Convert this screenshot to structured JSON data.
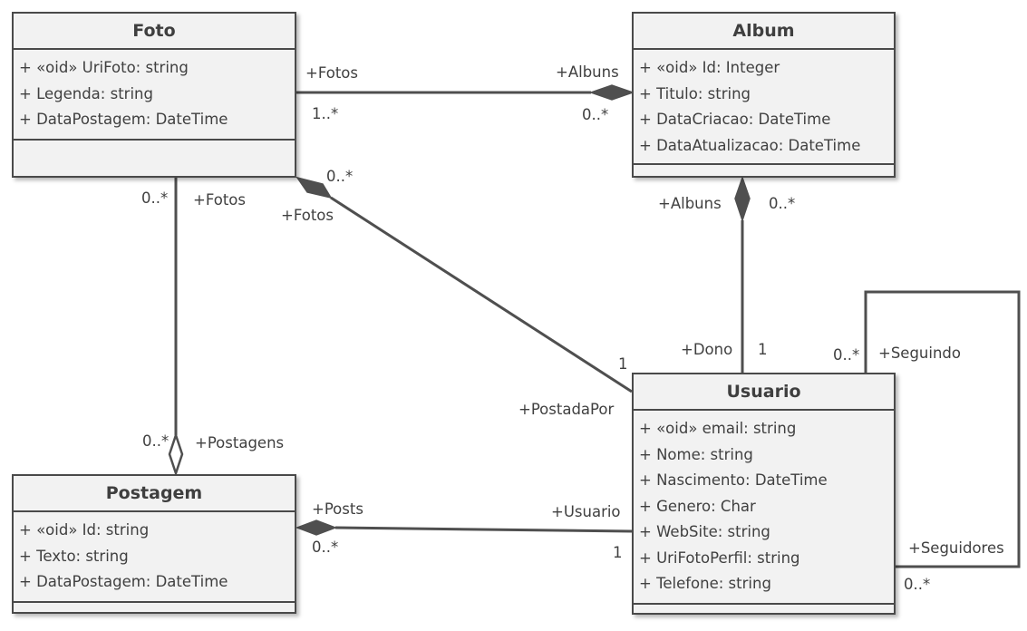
{
  "classes": {
    "foto": {
      "name": "Foto",
      "attributes": [
        "+ «oid» UriFoto: string",
        "+ Legenda: string",
        "+ DataPostagem: DateTime"
      ]
    },
    "album": {
      "name": "Album",
      "attributes": [
        "+ «oid» Id: Integer",
        "+ Titulo: string",
        "+ DataCriacao: DateTime",
        "+ DataAtualizacao: DateTime"
      ]
    },
    "postagem": {
      "name": "Postagem",
      "attributes": [
        "+ «oid» Id: string",
        "+ Texto: string",
        "+ DataPostagem: DateTime"
      ]
    },
    "usuario": {
      "name": "Usuario",
      "attributes": [
        "+ «oid» email: string",
        "+ Nome: string",
        "+ Nascimento: DateTime",
        "+ Genero: Char",
        "+ WebSite: string",
        "+ UriFotoPerfil: string",
        "+ Telefone: string"
      ]
    }
  },
  "associations": {
    "foto_album": {
      "foto_role": "+Fotos",
      "foto_mult": "1..*",
      "album_role": "+Albuns",
      "album_mult": "0..*"
    },
    "foto_usuario": {
      "foto_role": "+Fotos",
      "foto_mult": "0..*",
      "usuario_role": "+PostadaPor",
      "usuario_mult": "1"
    },
    "foto_postagem": {
      "foto_role": "+Fotos",
      "foto_mult": "0..*",
      "postagem_role": "+Postagens",
      "postagem_mult": "0..*"
    },
    "album_usuario": {
      "album_role": "+Albuns",
      "album_mult": "0..*",
      "usuario_role": "+Dono",
      "usuario_mult": "1"
    },
    "postagem_usuario": {
      "postagem_role": "+Posts",
      "postagem_mult": "0..*",
      "usuario_role": "+Usuario",
      "usuario_mult": "1"
    },
    "usuario_self": {
      "seguindo_role": "+Seguindo",
      "seguindo_mult": "0..*",
      "seguidores_role": "+Seguidores",
      "seguidores_mult": "0..*"
    }
  }
}
